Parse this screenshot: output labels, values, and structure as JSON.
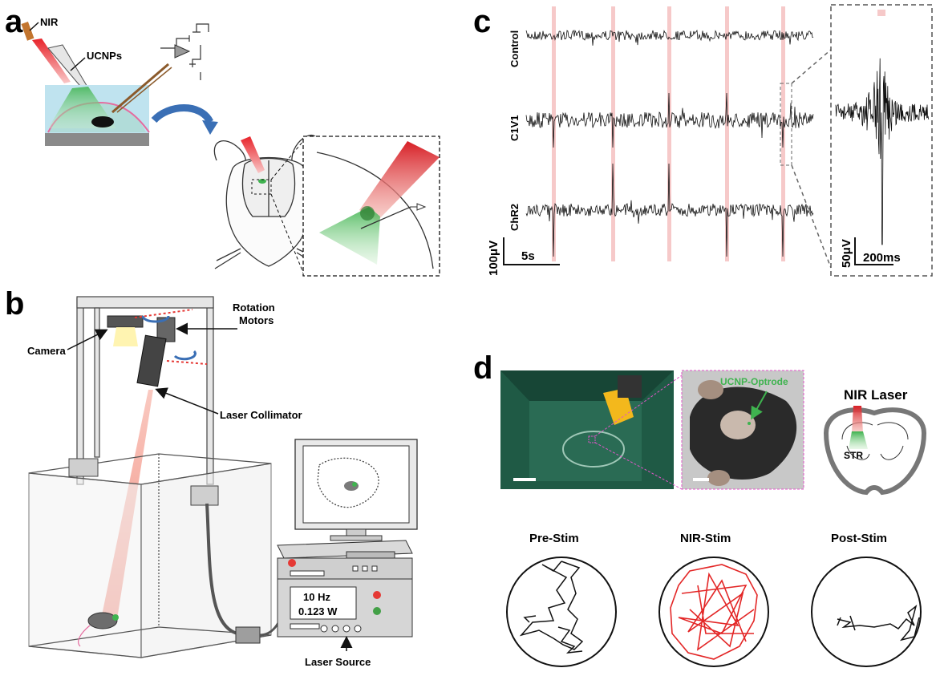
{
  "panel_letters": {
    "a": "a",
    "b": "b",
    "c": "c",
    "d": "d"
  },
  "panel_a": {
    "nir_label": "NIR",
    "ucnps_label": "UCNPs"
  },
  "panel_b": {
    "rotation_motors": "Rotation\nMotors",
    "rotation_motors_line1": "Rotation",
    "rotation_motors_line2": "Motors",
    "camera": "Camera",
    "laser_collimator": "Laser Collimator",
    "laser_source": "Laser Source",
    "display_frequency": "10 Hz",
    "display_power": "0.123 W"
  },
  "panel_c": {
    "traces": [
      "Control",
      "C1V1",
      "ChR2"
    ],
    "scale_main_y": "100μV",
    "scale_main_x": "5s",
    "scale_inset_y": "50μV",
    "scale_inset_x": "200ms"
  },
  "panel_d": {
    "optrode_label": "UCNP-Optrode",
    "nir_laser": "NIR Laser",
    "str": "STR",
    "conditions": [
      "Pre-Stim",
      "NIR-Stim",
      "Post-Stim"
    ]
  },
  "colors": {
    "laser_red": "#e8242b",
    "green_light": "#3fb34f",
    "arena_green": "#1f5a45",
    "track_red": "#e32626",
    "stim_band": "#f6c9c9",
    "arrow_blue": "#3a6fb5",
    "collimator_yellow": "#f3b81c"
  }
}
